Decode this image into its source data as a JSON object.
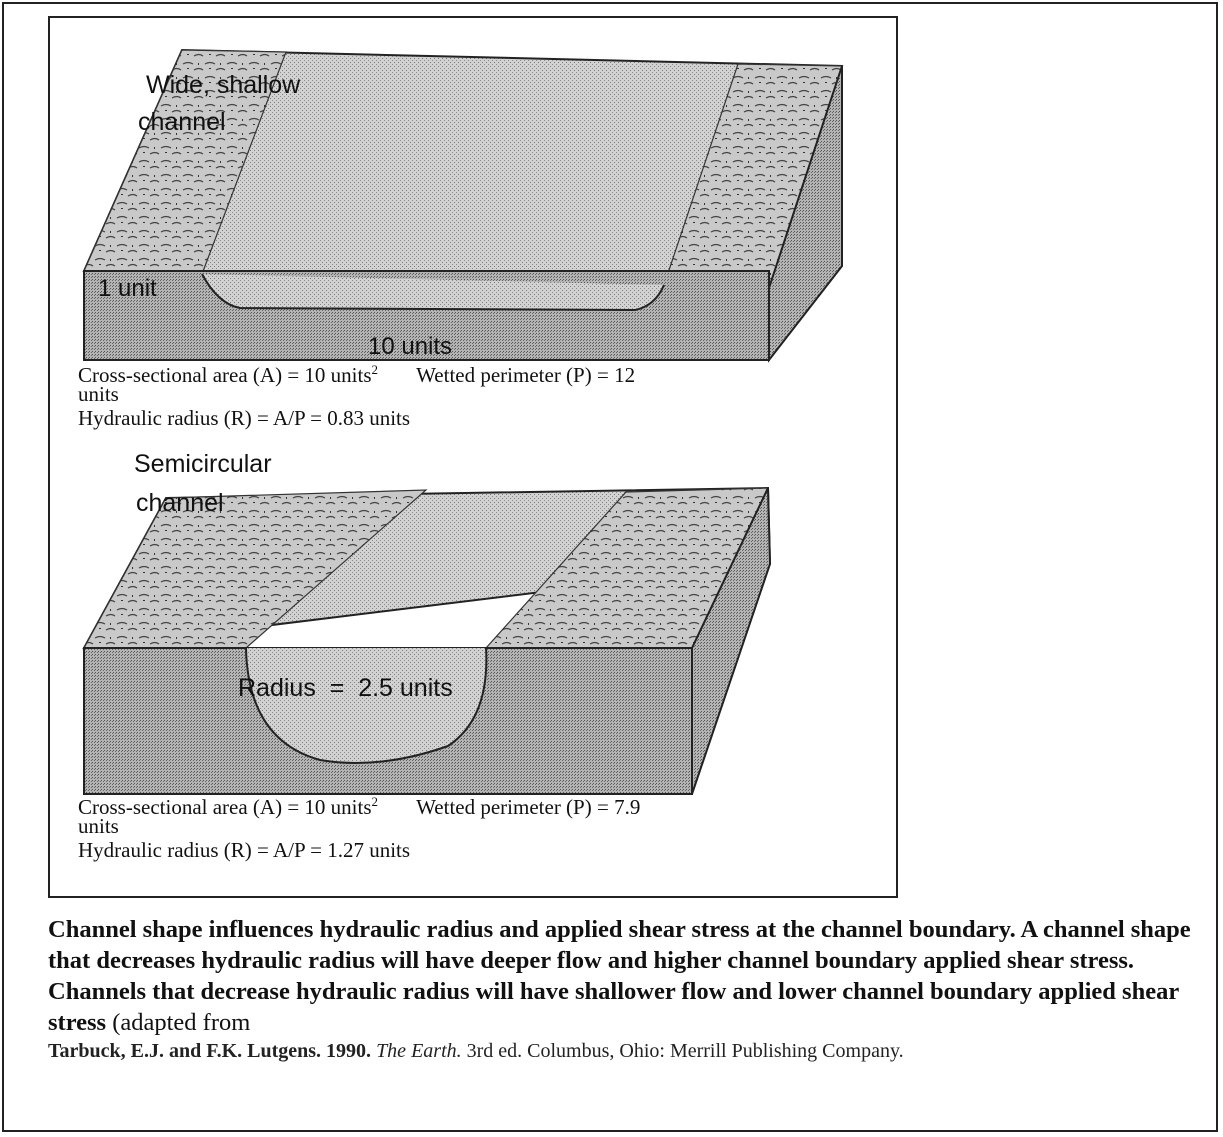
{
  "channel1": {
    "title_line1": "Wide, shallow",
    "title_line2": "channel",
    "depth_label": "1 unit",
    "width_label": "10 units",
    "area_text": "Cross-sectional area (A) = 10 units",
    "area_sup": "2",
    "perimeter_text": "Wetted perimeter (P) = 12",
    "units_wrap": "units",
    "radius_text": "Hydraulic radius (R) = A/P = 0.83 units"
  },
  "channel2": {
    "title_line1": "Semicircular",
    "title_line2": "channel",
    "radius_label": "Radius  =  2.5 units",
    "area_text": "Cross-sectional area (A) = 10 units",
    "area_sup": "2",
    "perimeter_text": "Wetted perimeter (P) = 7.9",
    "units_wrap": "units",
    "radius_text": "Hydraulic radius (R) = A/P = 1.27 units"
  },
  "caption": {
    "bold": "Channel shape influences hydraulic radius and applied shear stress at the channel boundary. A channel shape that decreases hydraulic radius will have deeper flow and higher channel boundary applied shear stress. Channels that decrease hydraulic radius will have shallower flow and lower channel boundary applied shear stress",
    "normal": " (adapted from"
  },
  "citation": {
    "authors": "Tarbuck, E.J. and F.K. Lutgens. 1990.",
    "book": "The Earth.",
    "rest": " 3rd ed. Columbus, Ohio: Merrill Publishing Company."
  }
}
